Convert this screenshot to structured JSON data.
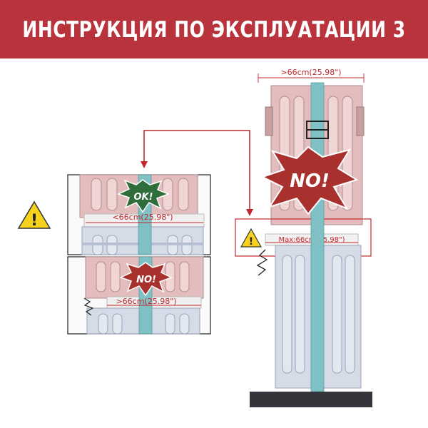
{
  "header": {
    "title": "ИНСТРУКЦИЯ ПО ЭКСПЛУАТАЦИИ 3"
  },
  "colors": {
    "banner": "#b8333b",
    "washer_pink": "#e3bdbd",
    "washer_blue": "#d6dbe8",
    "strap": "#7fc1c4",
    "warning_yellow": "#f6d21e",
    "ok_green": "#2f6e3a",
    "no_red": "#a8312d",
    "arrow_red": "#c0282d"
  },
  "panel_top": {
    "badge": "OK!",
    "dimension_label": "<66cm(25.98\")"
  },
  "panel_bottom": {
    "badge": "NO!",
    "dimension_label": ">66cm(25.98\")"
  },
  "right_stack": {
    "top_dimension": ">66cm(25.98\")",
    "badge": "NO!",
    "max_label": "Max:66cm(25.98\")"
  },
  "warnings": {
    "left": "!",
    "right": "!"
  }
}
